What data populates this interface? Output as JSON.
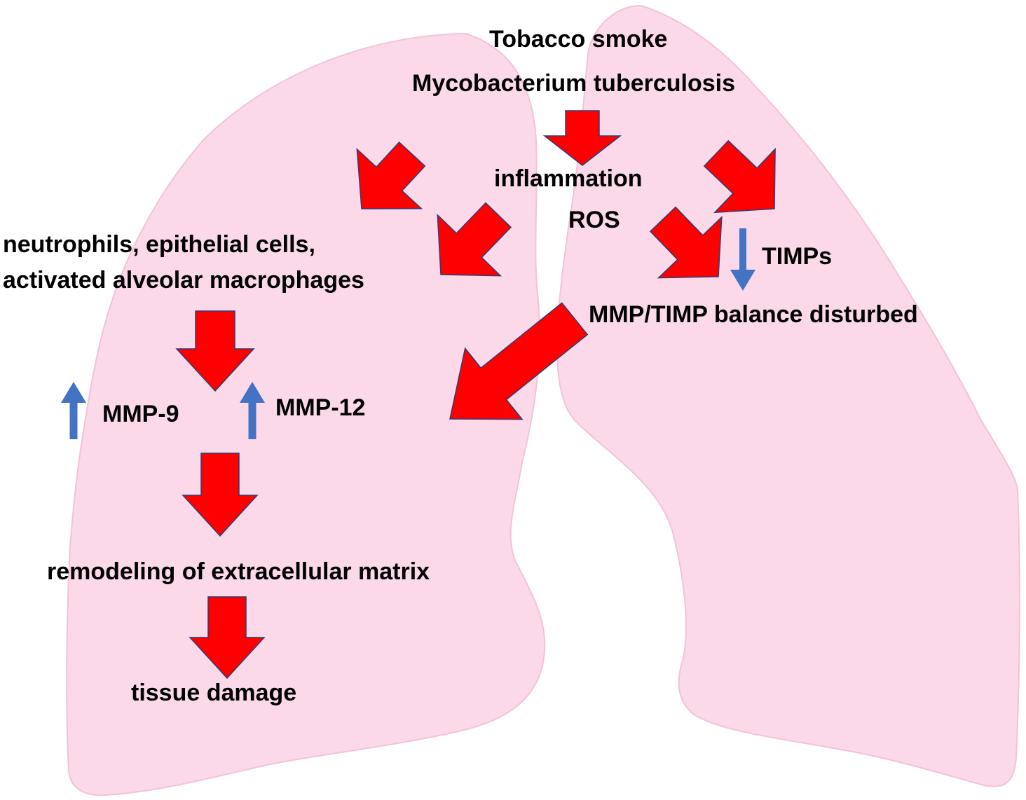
{
  "colors": {
    "lung_fill": "#fbd9e8",
    "lung_stroke": "#f3c2d8",
    "red_arrow_fill": "#ff0000",
    "red_arrow_stroke": "#2f3d74",
    "blue_arrow": "#4472c4",
    "text": "#000000"
  },
  "labels": {
    "tobacco_smoke": "Tobacco smoke",
    "mycobacterium": "Mycobacterium tuberculosis",
    "inflammation": "inflammation",
    "ros": "ROS",
    "cells_line1": "neutrophils, epithelial cells,",
    "cells_line2": "activated alveolar macrophages",
    "timps": "TIMPs",
    "balance": "MMP/TIMP balance disturbed",
    "mmp9": "MMP-9",
    "mmp12": "MMP-12",
    "remodeling": "remodeling of extracellular matrix",
    "tissue_damage": "tissue damage"
  },
  "arrows": {
    "red": [
      {
        "name": "arrow-to-inflammation",
        "direction": "down"
      },
      {
        "name": "arrow-to-cells-upper",
        "direction": "down-left"
      },
      {
        "name": "arrow-to-cells-lower",
        "direction": "down-left"
      },
      {
        "name": "arrow-to-timp-column",
        "direction": "down-right"
      },
      {
        "name": "arrow-ros-to-balance",
        "direction": "down-right"
      },
      {
        "name": "arrow-cells-to-mmp",
        "direction": "down"
      },
      {
        "name": "arrow-balance-to-mmp12",
        "direction": "down-left"
      },
      {
        "name": "arrow-mmp-to-remodeling",
        "direction": "down"
      },
      {
        "name": "arrow-remodeling-to-damage",
        "direction": "down"
      }
    ],
    "blue": [
      {
        "name": "timps-decrease-arrow",
        "direction": "down"
      },
      {
        "name": "mmp9-increase-arrow",
        "direction": "up"
      },
      {
        "name": "mmp12-increase-arrow",
        "direction": "up"
      }
    ]
  }
}
